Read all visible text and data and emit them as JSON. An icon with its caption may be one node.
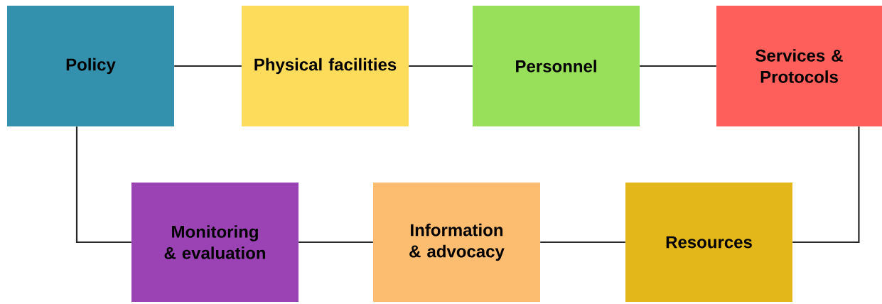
{
  "diagram": {
    "nodes": [
      {
        "text": [
          "Policy"
        ]
      },
      {
        "text": [
          "Physical facilities"
        ]
      },
      {
        "text": [
          "Personnel"
        ]
      },
      {
        "text": [
          "Services & Protocols"
        ]
      },
      {
        "text": [
          "Monitoring & evaluation"
        ]
      },
      {
        "text": [
          "Information & advocacy"
        ]
      },
      {
        "text": [
          "Resources"
        ]
      }
    ],
    "edges": [
      {
        "from": 0,
        "to": 1,
        "arrow": "none"
      },
      {
        "from": 1,
        "to": 2,
        "arrow": "none"
      },
      {
        "from": 2,
        "to": 3,
        "arrow": "none"
      },
      {
        "from": 3,
        "to": 6,
        "arrow": "none"
      },
      {
        "from": 6,
        "to": 5,
        "arrow": "none"
      },
      {
        "from": 5,
        "to": 4,
        "arrow": "none"
      },
      {
        "from": 4,
        "to": 0,
        "arrow": "none"
      }
    ]
  }
}
